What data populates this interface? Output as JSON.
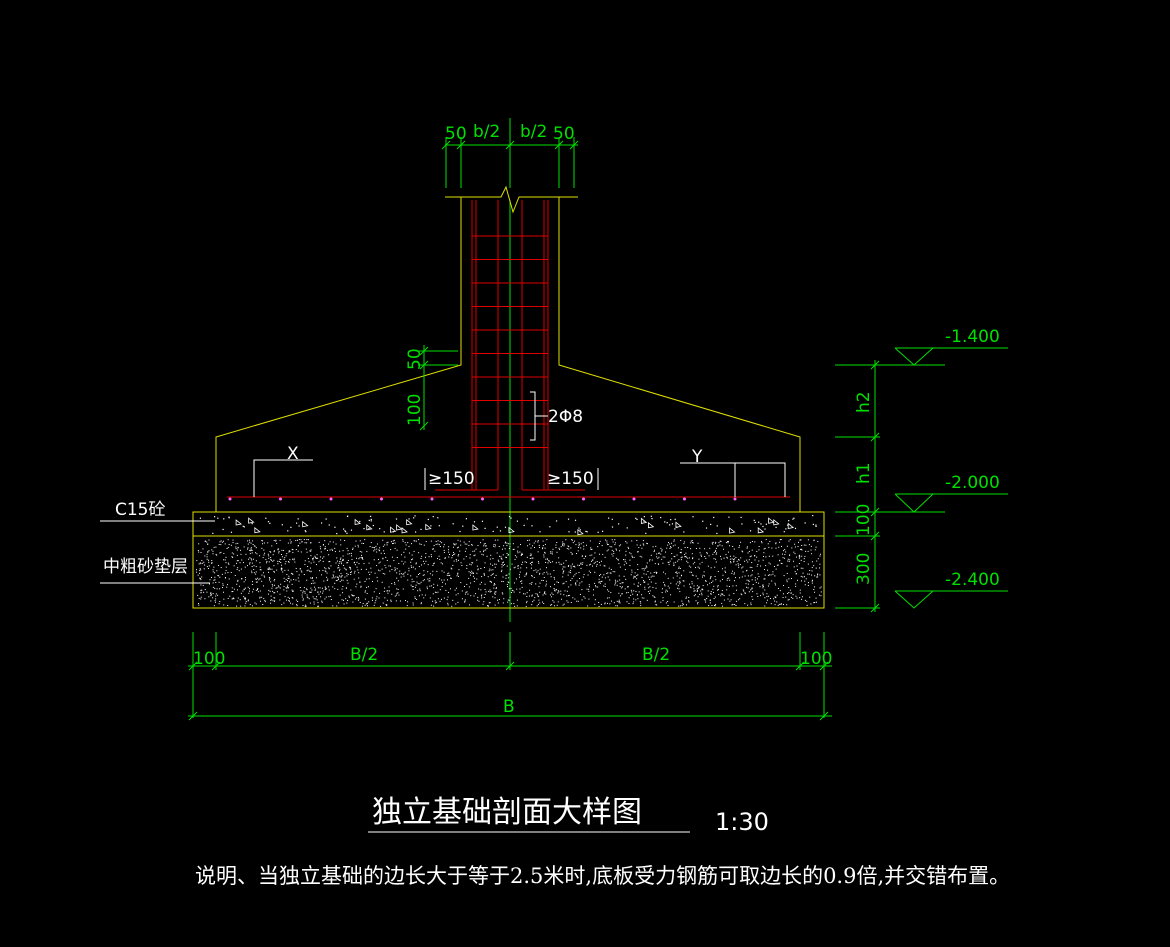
{
  "dims": {
    "top_left_50": "50",
    "top_left_b2": "b/2",
    "top_right_b2": "b/2",
    "top_right_50": "50",
    "side_50": "50",
    "side_100": "100",
    "bar_label": "2Φ8",
    "bottom_left_100": "100",
    "bottom_left_B2": "B/2",
    "bottom_right_B2": "B/2",
    "bottom_right_100": "100",
    "total_B": "B",
    "right_h2": "h2",
    "right_h1": "h1",
    "right_100": "100",
    "right_300": "300"
  },
  "labels": {
    "x": "X",
    "y": "Y",
    "min_left": "≥150",
    "min_right": "≥150",
    "c15": "C15砼",
    "sand": "中粗砂垫层"
  },
  "elevations": {
    "top": "-1.400",
    "mid": "-2.000",
    "bottom": "-2.400"
  },
  "title": "独立基础剖面大样图",
  "scale": "1:30",
  "note": "说明、当独立基础的边长大于等于2.5米时,底板受力钢筋可取边长的0.9倍,并交错布置。"
}
